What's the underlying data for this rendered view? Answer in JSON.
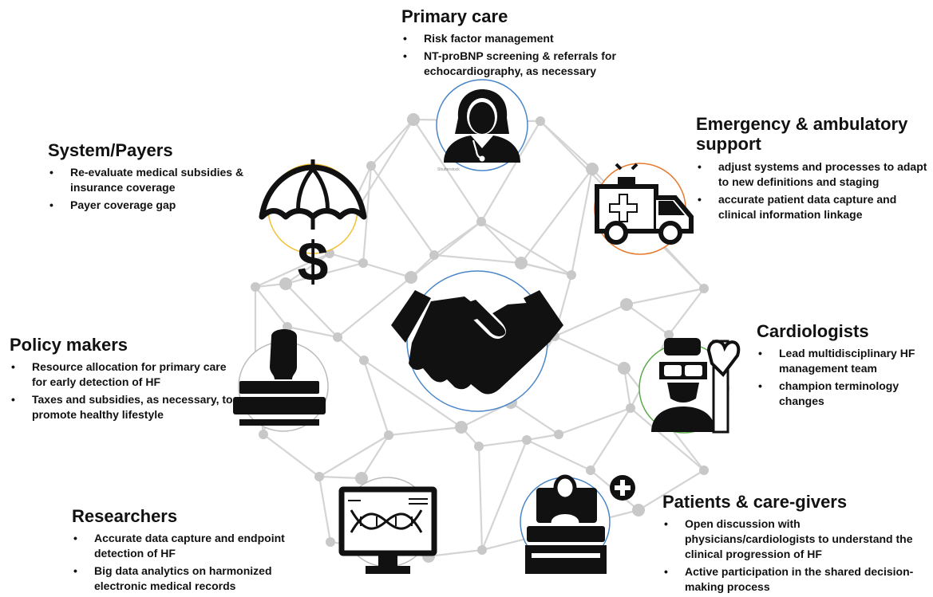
{
  "stakeholders": {
    "primary_care": {
      "title": "Primary care",
      "bullets": [
        "Risk factor management",
        "NT-proBNP screening & referrals for echocardiography, as necessary"
      ],
      "icon": "doctor-icon",
      "ring_color": "#4a86c8"
    },
    "emergency": {
      "title": "Emergency & ambulatory support",
      "bullets": [
        "adjust systems and processes to adapt to new definitions and staging",
        "accurate patient data capture and clinical information linkage"
      ],
      "icon": "ambulance-icon",
      "ring_color": "#e87a2e"
    },
    "cardiologists": {
      "title": "Cardiologists",
      "bullets": [
        "Lead multidisciplinary HF management team",
        "champion terminology changes"
      ],
      "icon": "cardiologist-icon",
      "ring_color": "#5aaa4a"
    },
    "patients": {
      "title": "Patients & care-givers",
      "bullets": [
        "Open discussion with physicians/cardiologists to understand the clinical progression of HF",
        "Active participation in the shared decision-making process"
      ],
      "icon": "patient-bed-icon",
      "ring_color": "#4a86c8"
    },
    "researchers": {
      "title": "Researchers",
      "bullets": [
        "Accurate data capture and endpoint detection of HF",
        "Big data analytics on harmonized electronic medical records"
      ],
      "icon": "dna-monitor-icon",
      "ring_color": "#aaaaaa"
    },
    "policy": {
      "title": "Policy makers",
      "bullets": [
        "Resource allocation for primary care for early detection of HF",
        "Taxes and subsidies, as necessary, to promote healthy lifestyle"
      ],
      "icon": "stamp-icon",
      "ring_color": "#aaaaaa"
    },
    "payers": {
      "title": "System/Payers",
      "bullets": [
        "Re-evaluate medical subsidies & insurance coverage",
        "Payer coverage gap"
      ],
      "icon": "umbrella-dollar-icon",
      "ring_color": "#f2c030"
    }
  },
  "center": {
    "icon": "handshake-icon",
    "ring_color": "#4a86c8"
  },
  "plus_badge": {
    "icon": "plus-circle-icon"
  },
  "network_color": "#d0d0d0",
  "tiny_caption": "Shutterstock"
}
